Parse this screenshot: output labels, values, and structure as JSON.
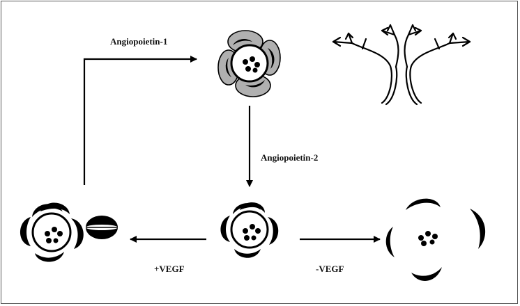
{
  "labels": {
    "angiopoietin1": "Angiopoietin-1",
    "angiopoietin2": "Angiopoietin-2",
    "plus_vegf": "+VEGF",
    "minus_vegf": "-VEGF"
  },
  "colors": {
    "ink": "#000000",
    "pericyte_gray": "#b0b0b0",
    "border": "#555555"
  }
}
